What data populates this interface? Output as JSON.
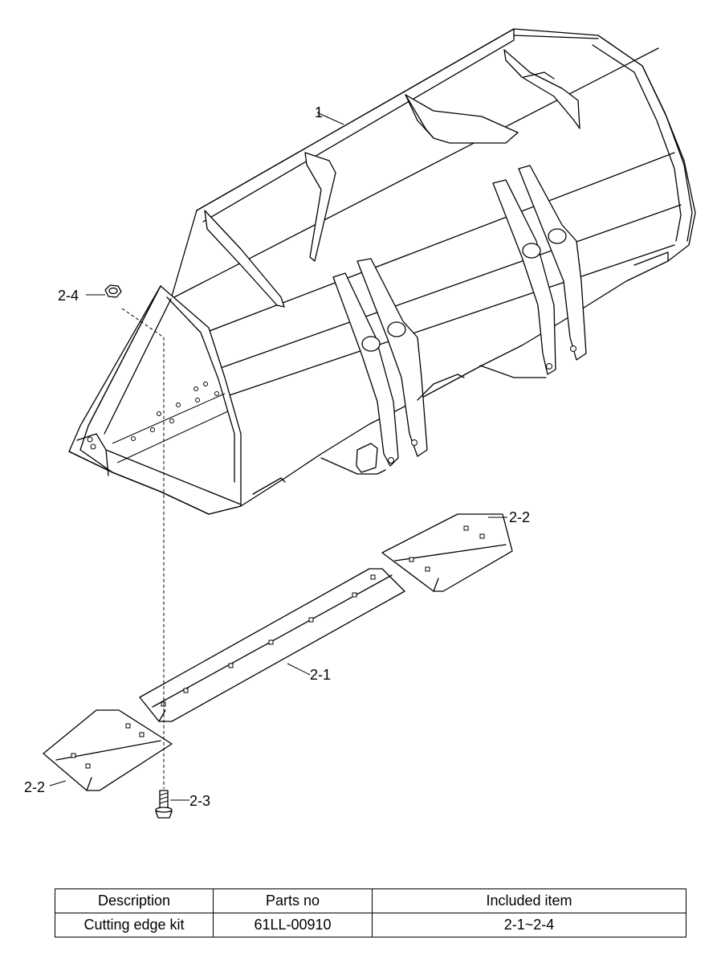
{
  "callouts": {
    "item_1": "1",
    "item_2_1": "2-1",
    "item_2_2_right": "2-2",
    "item_2_2_left": "2-2",
    "item_2_3": "2-3",
    "item_2_4": "2-4"
  },
  "parts_table": {
    "headers": [
      "Description",
      "Parts no",
      "Included item"
    ],
    "rows": [
      [
        "Cutting edge kit",
        "61LL-00910",
        "2-1~2-4"
      ]
    ]
  }
}
